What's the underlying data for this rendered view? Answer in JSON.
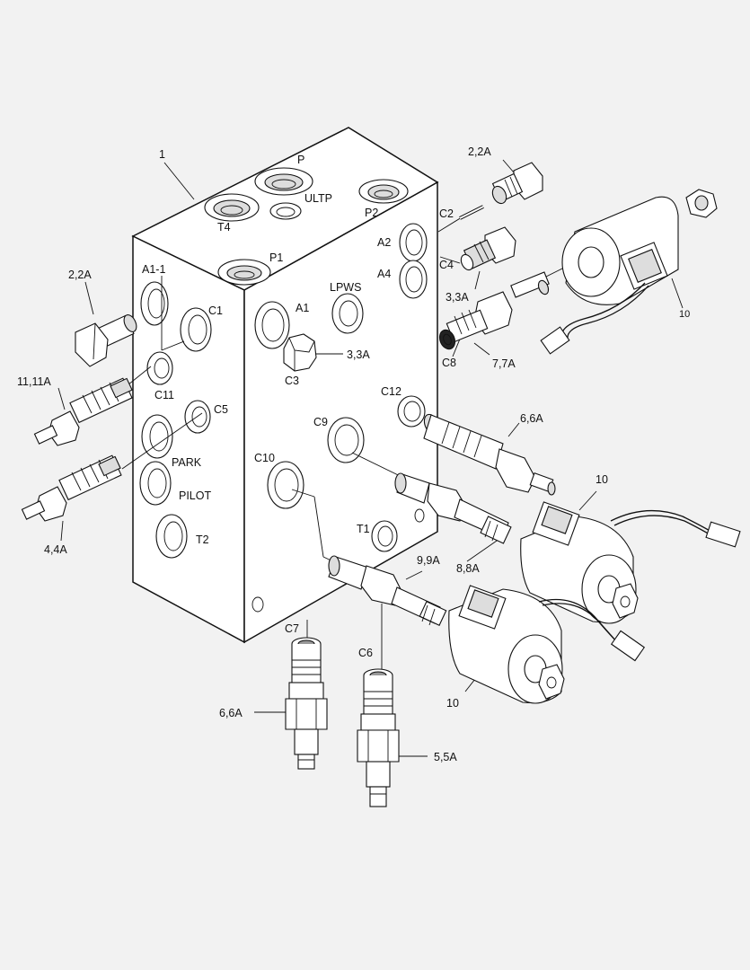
{
  "labels": {
    "body": "1",
    "P": "P",
    "ULTP": "ULTP",
    "T4": "T4",
    "P2": "P2",
    "P1": "P1",
    "C2": "C2",
    "A2": "A2",
    "C4": "C4",
    "A4": "A4",
    "LPWS": "LPWS",
    "A1": "A1",
    "A1_1": "A1-1",
    "C1": "C1",
    "C11": "C11",
    "C5": "C5",
    "PARK": "PARK",
    "PILOT": "PILOT",
    "T2": "T2",
    "C3": "C3",
    "C12": "C12",
    "C9": "C9",
    "C10": "C10",
    "T1": "T1",
    "C8": "C8",
    "C7": "C7",
    "C6": "C6",
    "plug_top": "2,2A",
    "plug_left": "2,2A",
    "valve_c4": "3,3A",
    "valve_c3": "3,3A",
    "valve_c8": "7,7A",
    "valve_c11": "11,11A",
    "valve_c5": "4,4A",
    "valve_c12": "6,6A",
    "valve_c9": "8,8A",
    "valve_c10": "9,9A",
    "valve_c7": "6,6A",
    "valve_c6": "5,5A",
    "coil_top": "10",
    "coil_mid": "10",
    "coil_bottom": "10"
  }
}
